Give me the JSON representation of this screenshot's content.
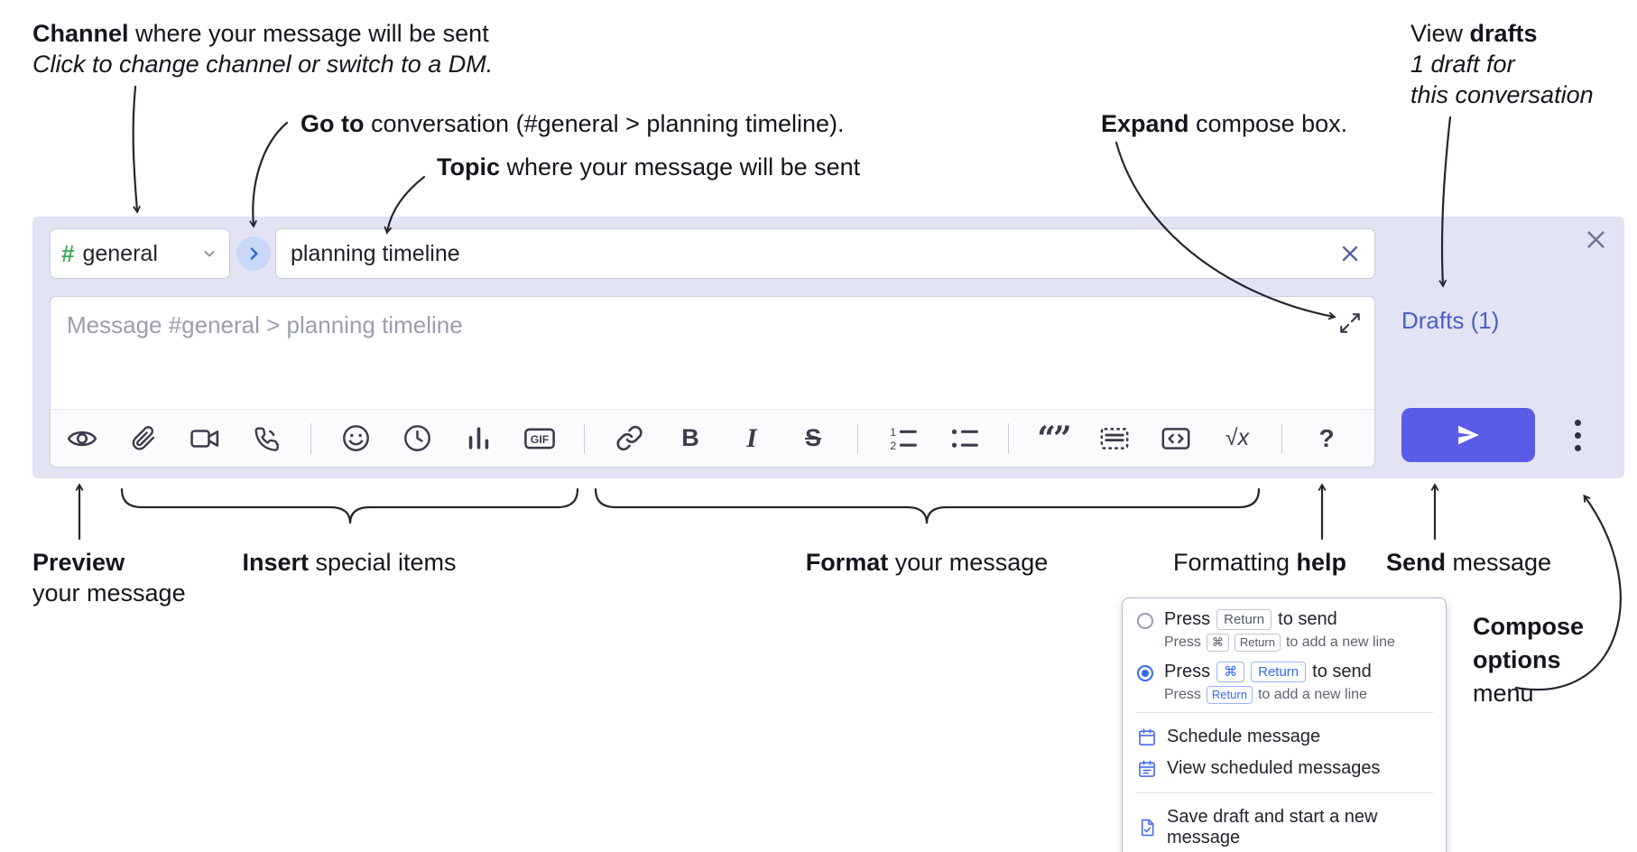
{
  "annotations": {
    "channel": {
      "bold": "Channel",
      "text": " where your message will be sent",
      "subtext": "Click to change channel or switch to a DM."
    },
    "goto": {
      "bold": "Go to",
      "text": " conversation (#general > planning timeline)."
    },
    "topic": {
      "bold": "Topic",
      "text": " where your message will be sent"
    },
    "expand": {
      "bold": "Expand",
      "text": " compose box."
    },
    "drafts": {
      "pre": "View ",
      "bold": "drafts",
      "line2": "1 draft for",
      "line3": "this conversation"
    },
    "preview": {
      "bold": "Preview",
      "line2": "your message"
    },
    "insert": {
      "bold": "Insert",
      "text": " special items"
    },
    "format": {
      "bold": "Format",
      "text": " your message"
    },
    "help": {
      "pre": "Formatting ",
      "bold": "help"
    },
    "send": {
      "bold": "Send",
      "text": " message"
    },
    "compose_options": {
      "line1": "Compose",
      "line2": "options",
      "line3": "menu"
    }
  },
  "compose": {
    "channel": {
      "hash": "#",
      "name": "general"
    },
    "topic": {
      "value": "planning timeline"
    },
    "message": {
      "placeholder": "Message #general > planning timeline"
    },
    "drafts_label": "Drafts (1)"
  },
  "toolbar": {
    "bold_glyph": "B",
    "italic_glyph": "I",
    "strike_glyph": "S",
    "gif_label": "GIF",
    "quote_glyph": "“”",
    "math_glyph": "√x",
    "help_glyph": "?",
    "numbered_1": "1",
    "numbered_2": "2",
    "icon_names": [
      "preview",
      "attach-file",
      "start-video-call",
      "start-voice-call",
      "add-emoji",
      "add-global-time",
      "add-poll",
      "add-gif",
      "insert-link",
      "bold",
      "italic",
      "strikethrough",
      "numbered-list",
      "bulleted-list",
      "quote",
      "spoiler",
      "code",
      "math",
      "message-formatting-help"
    ]
  },
  "menu": {
    "options": [
      {
        "pre": "Press",
        "keys": [
          "Return"
        ],
        "post": "to send",
        "sub_pre": "Press",
        "sub_keys": [
          "⌘",
          "Return"
        ],
        "sub_post": "to add a new line",
        "selected": false
      },
      {
        "pre": "Press",
        "keys": [
          "⌘",
          "Return"
        ],
        "post": "to send",
        "sub_pre": "Press",
        "sub_keys": [
          "Return"
        ],
        "sub_post": "to add a new line",
        "selected": true
      }
    ],
    "schedule": "Schedule message",
    "view_scheduled": "View scheduled messages",
    "save_draft": "Save draft and start a new message"
  },
  "colors": {
    "compose_bg": "#e2e4f4",
    "send_button": "#5a5ce8",
    "drafts_link": "#4a5ec8",
    "channel_hash_green": "#44a85e",
    "radio_selected_blue": "#2f6bef",
    "annotation_ink": "#15151e"
  }
}
